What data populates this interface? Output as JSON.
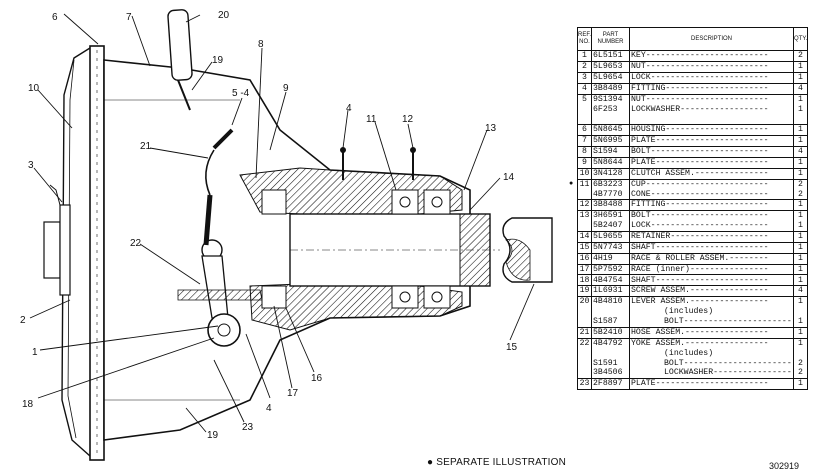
{
  "callouts": [
    {
      "id": "c1",
      "text": "1"
    },
    {
      "id": "c2",
      "text": "2"
    },
    {
      "id": "c3",
      "text": "3"
    },
    {
      "id": "c4a",
      "text": "4"
    },
    {
      "id": "c4b",
      "text": "4"
    },
    {
      "id": "c54",
      "text": "5 -4"
    },
    {
      "id": "c6",
      "text": "6"
    },
    {
      "id": "c7",
      "text": "7"
    },
    {
      "id": "c8",
      "text": "8"
    },
    {
      "id": "c9",
      "text": "9"
    },
    {
      "id": "c10",
      "text": "10"
    },
    {
      "id": "c11",
      "text": "11"
    },
    {
      "id": "c12",
      "text": "12"
    },
    {
      "id": "c13",
      "text": "13"
    },
    {
      "id": "c14",
      "text": "14"
    },
    {
      "id": "c15",
      "text": "15"
    },
    {
      "id": "c16",
      "text": "16"
    },
    {
      "id": "c17",
      "text": "17"
    },
    {
      "id": "c18",
      "text": "18"
    },
    {
      "id": "c19a",
      "text": "19"
    },
    {
      "id": "c19b",
      "text": "19"
    },
    {
      "id": "c20",
      "text": "20"
    },
    {
      "id": "c21",
      "text": "21"
    },
    {
      "id": "c22",
      "text": "22"
    },
    {
      "id": "c23",
      "text": "23"
    }
  ],
  "caption": "● SEPARATE ILLUSTRATION",
  "doc_number": "302919",
  "parts_table": {
    "headers": {
      "ref": "REF. NO.",
      "part": "PART NUMBER",
      "desc": "DESCRIPTION",
      "qty": "QTY."
    },
    "rows": [
      {
        "ref": "1",
        "part": "6L5151",
        "desc": "KEY",
        "qty": "2",
        "gs": true
      },
      {
        "ref": "2",
        "part": "5L9653",
        "desc": "NUT",
        "qty": "1",
        "gs": true
      },
      {
        "ref": "3",
        "part": "5L9654",
        "desc": "LOCK",
        "qty": "1",
        "gs": true
      },
      {
        "ref": "4",
        "part": "3B8489",
        "desc": "FITTING",
        "qty": "4",
        "gs": true
      },
      {
        "ref": "5",
        "part": "9S1394",
        "desc": "NUT",
        "qty": "1",
        "gs": true
      },
      {
        "ref": "",
        "part": "6F253",
        "desc": "LOCKWASHER",
        "qty": "1",
        "gs": false
      },
      {
        "ref": "",
        "part": "",
        "desc": "",
        "qty": "",
        "gs": false
      },
      {
        "ref": "6",
        "part": "5N8645",
        "desc": "HOUSING",
        "qty": "1",
        "gs": true
      },
      {
        "ref": "7",
        "part": "5N6995",
        "desc": "PLATE",
        "qty": "1",
        "gs": true
      },
      {
        "ref": "8",
        "part": "S1594",
        "desc": "BOLT",
        "qty": "4",
        "gs": true
      },
      {
        "ref": "9",
        "part": "5N8644",
        "desc": "PLATE",
        "qty": "1",
        "gs": true
      },
      {
        "ref": "10",
        "part": "3N4128",
        "desc": "CLUTCH ASSEM.",
        "qty": "1",
        "gs": true
      },
      {
        "ref": "11",
        "part": "6B3223",
        "desc": "CUP",
        "qty": "2",
        "gs": true
      },
      {
        "ref": "",
        "part": "4B7770",
        "desc": "CONE",
        "qty": "2",
        "gs": false
      },
      {
        "ref": "12",
        "part": "3B8488",
        "desc": "FITTING",
        "qty": "1",
        "gs": true
      },
      {
        "ref": "13",
        "part": "3H6591",
        "desc": "BOLT",
        "qty": "1",
        "gs": true
      },
      {
        "ref": "",
        "part": "5B2407",
        "desc": "LOCK",
        "qty": "1",
        "gs": false
      },
      {
        "ref": "14",
        "part": "5L9655",
        "desc": "RETAINER",
        "qty": "1",
        "gs": true
      },
      {
        "ref": "15",
        "part": "5N7743",
        "desc": "SHAFT",
        "qty": "1",
        "gs": true
      },
      {
        "ref": "16",
        "part": "4H19",
        "desc": "RACE & ROLLER ASSEM.",
        "qty": "1",
        "gs": true
      },
      {
        "ref": "17",
        "part": "5P7592",
        "desc": "RACE (inner)",
        "qty": "1",
        "gs": true
      },
      {
        "ref": "18",
        "part": "4B4754",
        "desc": "SHAFT",
        "qty": "1",
        "gs": true
      },
      {
        "ref": "19",
        "part": "1L6931",
        "desc": "SCREW ASSEM.",
        "qty": "4",
        "gs": true
      },
      {
        "ref": "20",
        "part": "4B4810",
        "desc": "LEVER ASSEM.",
        "qty": "1",
        "gs": true
      },
      {
        "ref": "",
        "part": "",
        "desc": "(includes)",
        "qty": "",
        "gs": false
      },
      {
        "ref": "",
        "part": "S1587",
        "desc": "BOLT",
        "qty": "1",
        "gs": false
      },
      {
        "ref": "21",
        "part": "5B2410",
        "desc": "HOSE ASSEM.",
        "qty": "1",
        "gs": true
      },
      {
        "ref": "22",
        "part": "4B4792",
        "desc": "YOKE ASSEM.",
        "qty": "1",
        "gs": true
      },
      {
        "ref": "",
        "part": "",
        "desc": "(includes)",
        "qty": "",
        "gs": false
      },
      {
        "ref": "",
        "part": "S1591",
        "desc": "BOLT",
        "qty": "2",
        "gs": false
      },
      {
        "ref": "",
        "part": "3B4506",
        "desc": "LOCKWASHER",
        "qty": "2",
        "gs": false
      },
      {
        "ref": "23",
        "part": "2F8897",
        "desc": "PLATE",
        "qty": "1",
        "gs": true
      }
    ]
  }
}
